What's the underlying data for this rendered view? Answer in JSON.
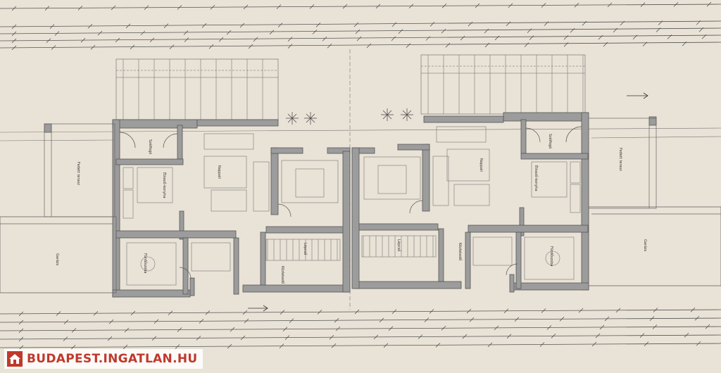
{
  "watermark": {
    "text": "BUDAPEST.INGATLAN.HU",
    "color": "#c0392b",
    "icon": "house-icon"
  },
  "rooms": {
    "left": {
      "garage": "Garázs",
      "terrace": "Fedett terasz",
      "bathroom": "Fürdőszoba",
      "kitchen": "Étkező-konyha",
      "living": "Nappali",
      "stair": "Lépcső",
      "hall": "Közlekedő",
      "wc": "Szélfogó"
    },
    "right": {
      "garage": "Garázs",
      "terrace": "Fedett terasz",
      "bathroom": "Fürdőszoba",
      "kitchen": "Étkező-konyha",
      "living": "Nappali",
      "stair": "Lépcső",
      "hall": "Közlekedő",
      "wc": "Szélfogó"
    }
  }
}
